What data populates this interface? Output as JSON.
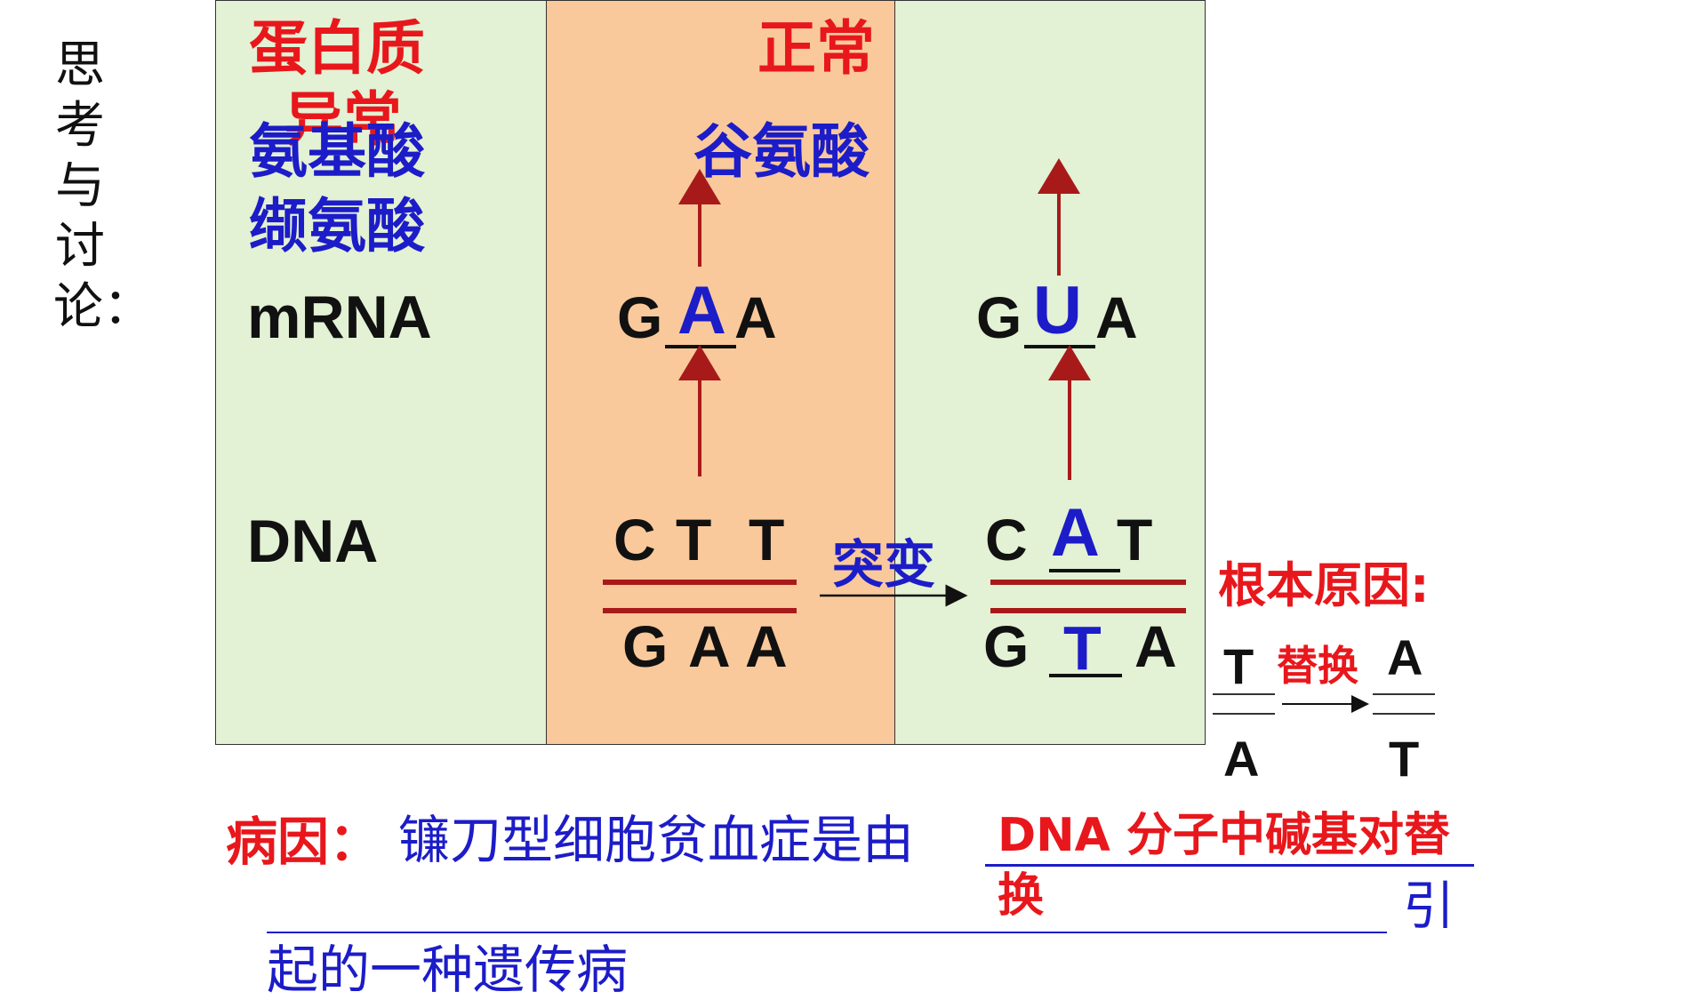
{
  "side_title": "思考与讨论：",
  "col1": {
    "protein": "蛋白质",
    "protein_sub": "异常",
    "aa_label": "氨基酸",
    "aa_value": "缬氨酸",
    "mrna": "mRNA",
    "dna": "DNA"
  },
  "col2": {
    "protein": "正常",
    "aa": "谷氨酸",
    "mrna": [
      "G",
      "A",
      "A"
    ],
    "dna_top": [
      "C",
      "T",
      "T"
    ],
    "dna_bottom": [
      "G",
      "A",
      "A"
    ]
  },
  "mutation_label": "突变",
  "col3": {
    "mrna": [
      "G",
      "U",
      "A"
    ],
    "dna_top": [
      "C",
      "A",
      "T"
    ],
    "dna_bottom": [
      "G",
      "T",
      "A"
    ]
  },
  "root_cause": {
    "title": "根本原因:",
    "from_top": "T",
    "from_bottom": "A",
    "action": "替换",
    "to_top": "A",
    "to_bottom": "T"
  },
  "cause": {
    "label": "病因：",
    "text": "镰刀型细胞贫血症是由",
    "answer_line1": "DNA 分子中碱基对替",
    "answer_line2": "换",
    "tail": "引",
    "line3": "起的一种遗传病"
  },
  "colors": {
    "red": "#e8171c",
    "blue": "#1c1cc8",
    "arrow": "#a81a1a",
    "green": "#e3f1d4",
    "orange": "#f9c99b"
  }
}
